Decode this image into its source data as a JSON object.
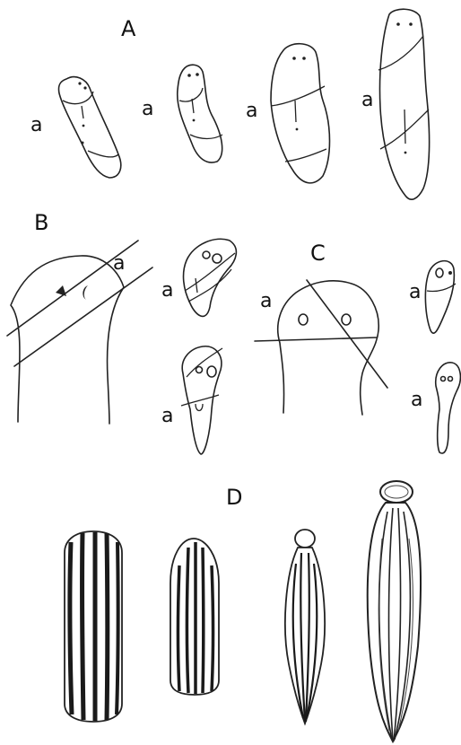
{
  "panels": {
    "A": {
      "label": "A",
      "marker": "a"
    },
    "B": {
      "label": "B",
      "marker": "a"
    },
    "C": {
      "label": "C",
      "marker": "a"
    },
    "D": {
      "label": "D"
    }
  }
}
